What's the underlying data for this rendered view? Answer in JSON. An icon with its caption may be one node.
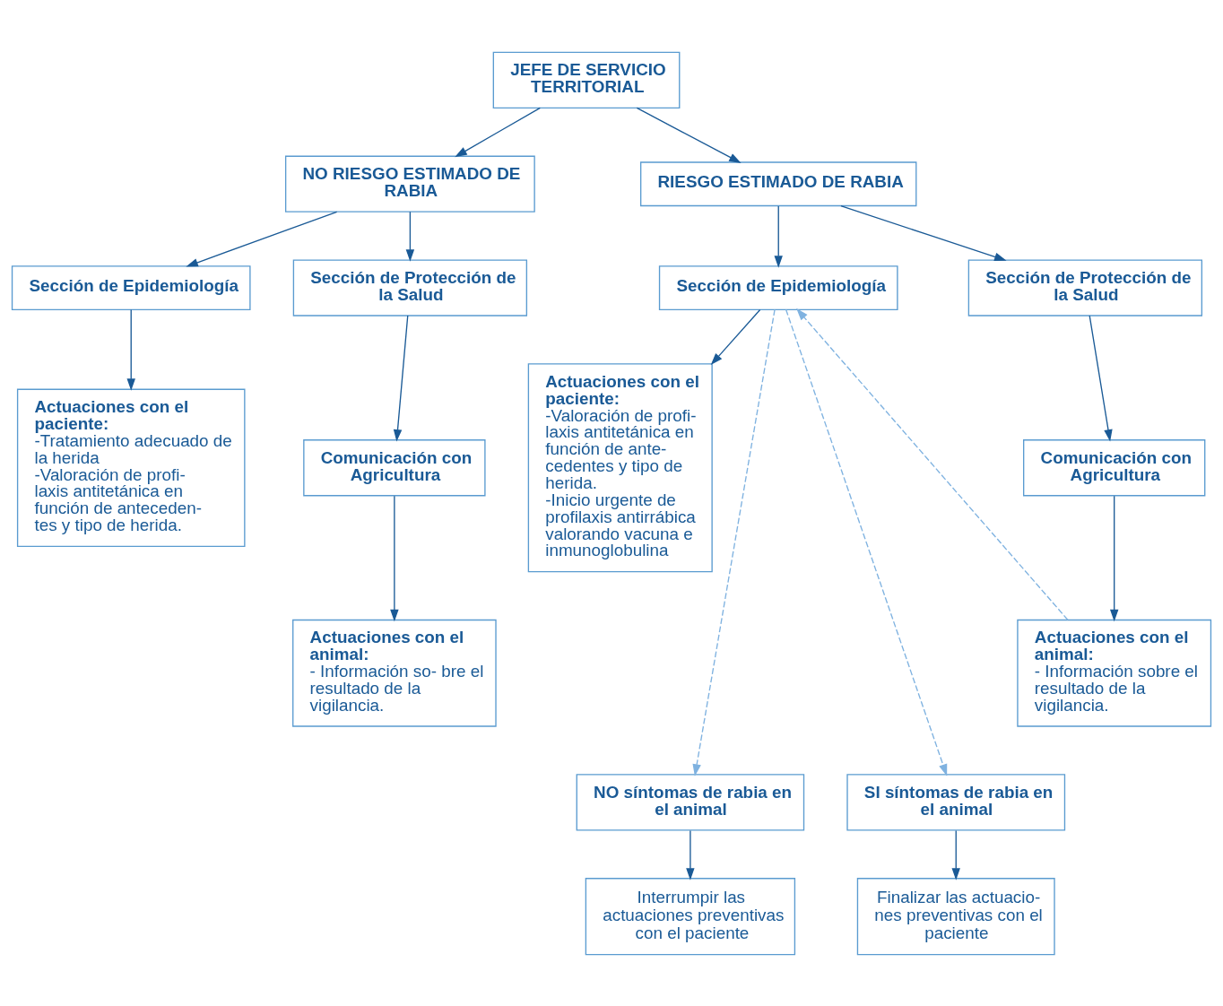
{
  "diagram": {
    "nodes": [
      {
        "text": [
          "JEFE DE SERVICIO TERRITORIAL"
        ]
      },
      {
        "text": [
          "NO RIESGO ESTIMADO DE RABIA"
        ]
      },
      {
        "text": [
          "RIESGO ESTIMADO DE RABIA"
        ]
      },
      {
        "text": [
          "Sección de Epidemiología"
        ]
      },
      {
        "text": [
          "Sección de Protección de la Salud"
        ]
      },
      {
        "text": [
          "Actuaciones con el paciente:",
          "-Tratamiento adecuado de la herida",
          "-Valoración de profi- laxis antitetánica en función de anteceden- tes y tipo de herida."
        ]
      },
      {
        "text": [
          "Comunicación con Agricultura"
        ]
      },
      {
        "text": [
          "Actuaciones con el animal:",
          "- Información so- bre el resultado de la vigilancia."
        ]
      },
      {
        "text": [
          "Sección de Epidemiología"
        ]
      },
      {
        "text": [
          "Sección de Protección de la Salud"
        ]
      },
      {
        "text": [
          "Actuaciones con el paciente:",
          "-Valoración de profi- laxis antitetánica en función de ante- cedentes y tipo de herida.",
          "-Inicio urgente de profilaxis antirrábica valorando vacuna e inmunoglobulina"
        ]
      },
      {
        "text": [
          "Comunicación con Agricultura"
        ]
      },
      {
        "text": [
          "Actuaciones con el animal:",
          "- Información sobre el resultado de la vigilancia."
        ]
      },
      {
        "text": [
          "NO síntomas de rabia en el animal"
        ]
      },
      {
        "text": [
          "SI síntomas de rabia en el animal"
        ]
      },
      {
        "text": [
          "Interrumpir las actuaciones preventivas con el paciente"
        ]
      },
      {
        "text": [
          "Finalizar las actuacio- nes preventivas con el paciente"
        ]
      }
    ],
    "edges": [
      {
        "from": 0,
        "to": 1,
        "arrow": "to"
      },
      {
        "from": 0,
        "to": 2,
        "arrow": "to"
      },
      {
        "from": 1,
        "to": 3,
        "arrow": "to"
      },
      {
        "from": 1,
        "to": 4,
        "arrow": "to"
      },
      {
        "from": 3,
        "to": 5,
        "arrow": "to"
      },
      {
        "from": 4,
        "to": 6,
        "arrow": "to"
      },
      {
        "from": 6,
        "to": 7,
        "arrow": "to"
      },
      {
        "from": 2,
        "to": 8,
        "arrow": "to"
      },
      {
        "from": 2,
        "to": 9,
        "arrow": "to"
      },
      {
        "from": 8,
        "to": 10,
        "arrow": "to"
      },
      {
        "from": 9,
        "to": 11,
        "arrow": "to"
      },
      {
        "from": 11,
        "to": 12,
        "arrow": "to"
      },
      {
        "from": 12,
        "to": 8,
        "arrow": "to",
        "style": "dashed",
        "color": "#7fb2e0"
      },
      {
        "from": 8,
        "to": 13,
        "arrow": "to",
        "style": "dashed",
        "color": "#7fb2e0"
      },
      {
        "from": 8,
        "to": 14,
        "arrow": "to",
        "style": "dashed",
        "color": "#7fb2e0"
      },
      {
        "from": 13,
        "to": 15,
        "arrow": "to"
      },
      {
        "from": 14,
        "to": 16,
        "arrow": "to"
      }
    ]
  }
}
